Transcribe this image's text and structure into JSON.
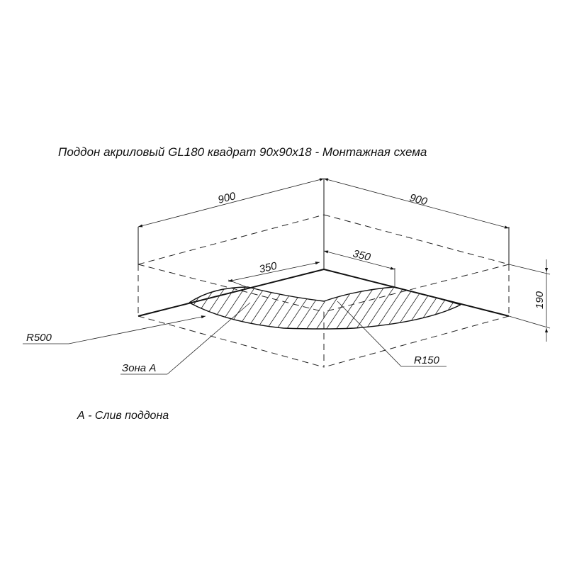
{
  "title": "Поддон акриловый  GL180 квадрат 90x90x18 - Монтажная схема",
  "dimensions": {
    "width_left": "900",
    "width_right": "900",
    "drain_offset_left": "350",
    "drain_offset_right": "350",
    "height": "190"
  },
  "callouts": {
    "radius_large": "R500",
    "radius_small": "R150",
    "zone": "Зона А"
  },
  "legend": {
    "drain_note": "А - Слив поддона"
  },
  "colors": {
    "line": "#111111",
    "background": "#ffffff"
  }
}
